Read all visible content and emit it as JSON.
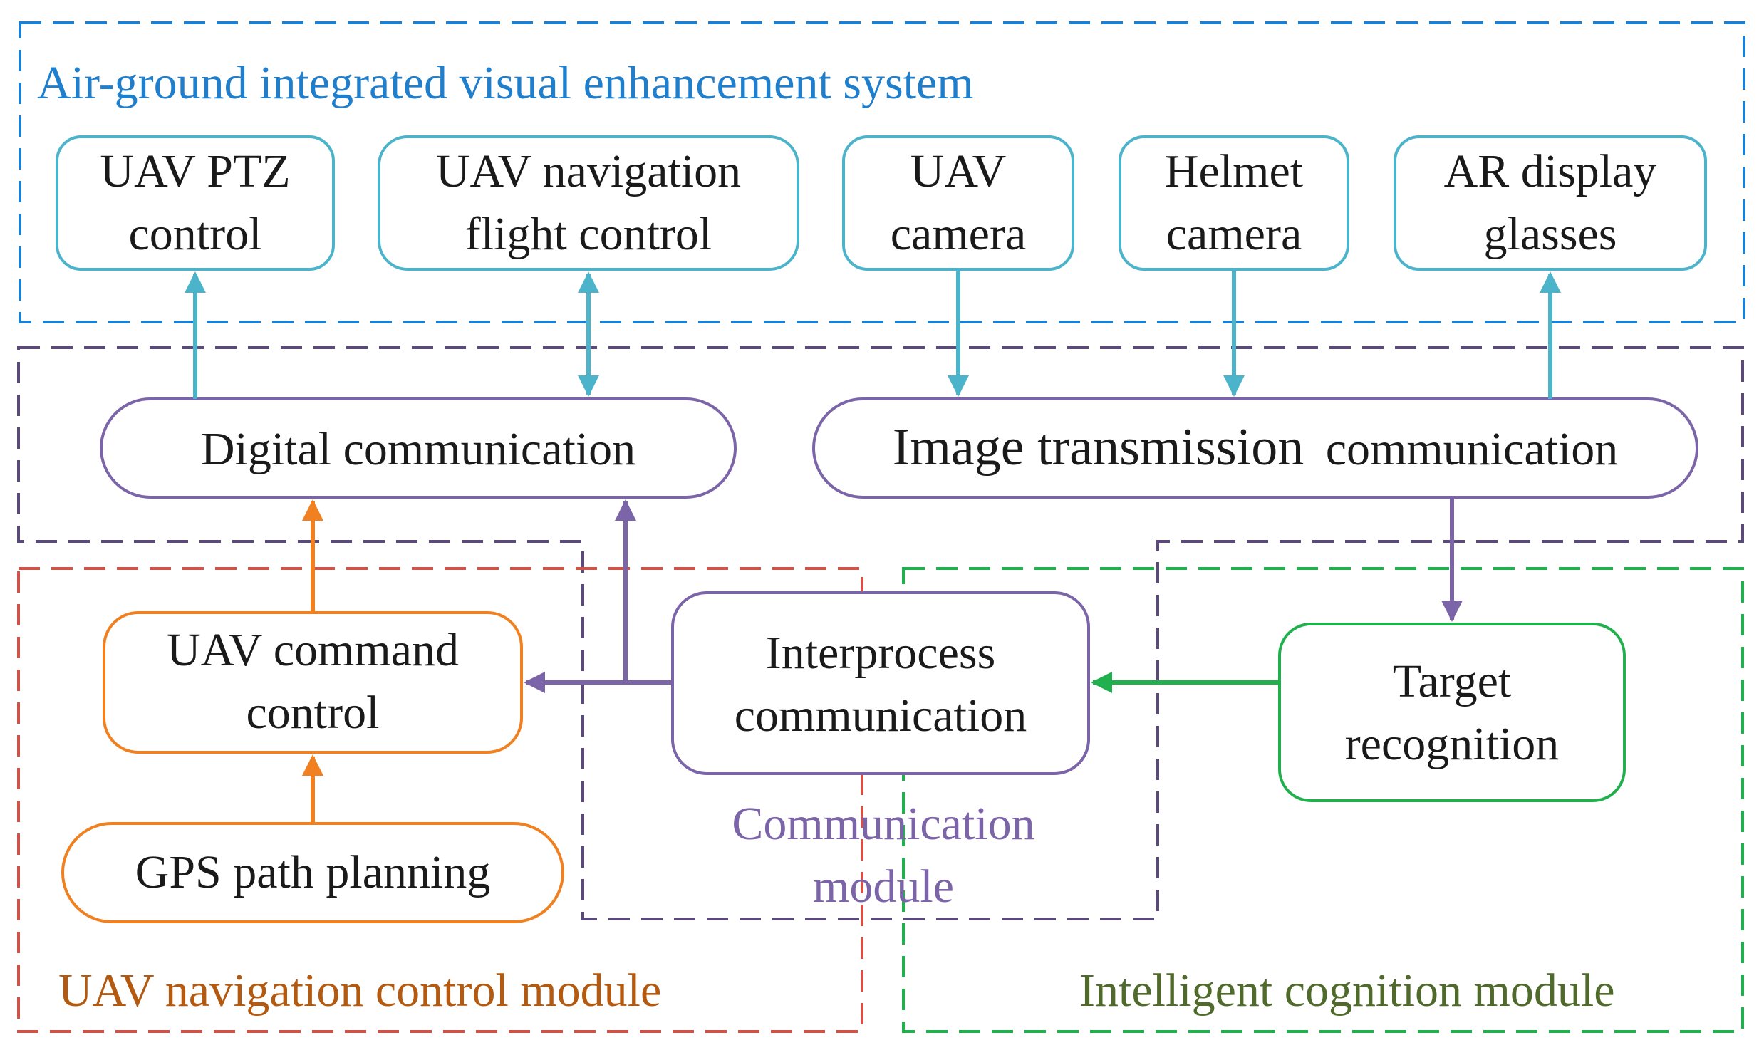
{
  "colors": {
    "air_ground": "#1f7fcc",
    "uav_device": "#4bb4cb",
    "communication": "#7b64a8",
    "communication_region": "#5a4a7a",
    "navigation_region": "#d0534a",
    "navigation_label": "#b45a10",
    "navigation_box": "#f08020",
    "intelligent_region": "#22b04f",
    "intelligent_label": "#4f6a2a",
    "intelligent_box": "#22b04f",
    "text": "#1a1a1a"
  },
  "regions": {
    "air_ground_label": "Air-ground integrated visual enhancement system",
    "communication_label_1": "Communication",
    "communication_label_2": "module",
    "navigation_label": "UAV navigation control module",
    "intelligent_label": "Intelligent cognition module"
  },
  "nodes": {
    "uav_ptz": [
      "UAV PTZ",
      "control"
    ],
    "uav_nav_flight": [
      "UAV navigation",
      "flight control"
    ],
    "uav_camera": [
      "UAV",
      "camera"
    ],
    "helmet_camera": [
      "Helmet",
      "camera"
    ],
    "ar_glasses": [
      "AR display",
      "glasses"
    ],
    "digital_comm": "Digital communication",
    "image_trans_a": "Image transmission",
    "image_trans_b": "communication",
    "interprocess": [
      "Interprocess",
      "communication"
    ],
    "uav_command": [
      "UAV command",
      "control"
    ],
    "gps_path": "GPS path planning",
    "target_recognition": [
      "Target",
      "recognition"
    ]
  },
  "icons": {
    "arrowhead": "arrowhead-icon"
  }
}
